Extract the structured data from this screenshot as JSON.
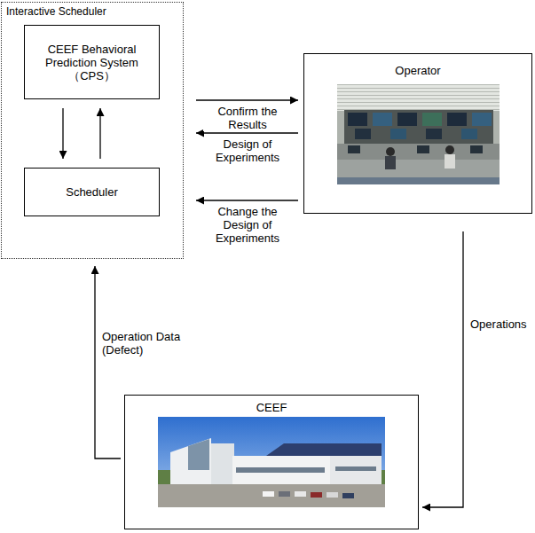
{
  "diagram": {
    "nodes": [
      {
        "text": [
          "Interactive Scheduler"
        ]
      },
      {
        "text": [
          "CEEF Behavioral Prediction System （CPS）"
        ],
        "in": 0
      },
      {
        "text": [
          "Scheduler"
        ],
        "in": 0
      },
      {
        "text": [
          "Operator"
        ]
      },
      {
        "text": [
          "CEEF"
        ]
      }
    ],
    "edges": [
      {
        "from": 1,
        "to": 2,
        "arrow": "to"
      },
      {
        "from": 2,
        "to": 1,
        "arrow": "to"
      },
      {
        "from": 0,
        "to": 3,
        "label": "Confirm the Results",
        "arrow": "to"
      },
      {
        "from": 3,
        "to": 0,
        "label": "Design of Experiments",
        "arrow": "to"
      },
      {
        "from": 3,
        "to": 0,
        "label": "Change the Design of Experiments",
        "arrow": "to"
      },
      {
        "from": 3,
        "to": 4,
        "label": "Operations",
        "arrow": "to"
      },
      {
        "from": 4,
        "to": 0,
        "label": "Operation Data (Defect)",
        "arrow": "to"
      }
    ]
  }
}
